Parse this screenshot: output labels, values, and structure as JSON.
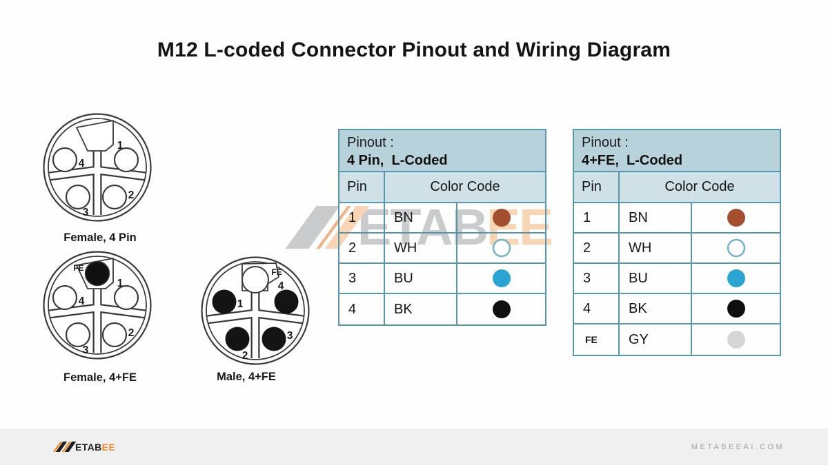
{
  "title": "M12 L-coded Connector Pinout and Wiring Diagram",
  "connectors": [
    {
      "caption": "Female, 4 Pin",
      "pin1": "1",
      "pin2": "2",
      "pin3": "3",
      "pin4": "4"
    },
    {
      "caption": "Female, 4+FE",
      "pin1": "1",
      "pin2": "2",
      "pin3": "3",
      "pin4": "4",
      "fe": "FE"
    },
    {
      "caption": "Male, 4+FE",
      "pin1": "1",
      "pin2": "2",
      "pin3": "3",
      "pin4": "4",
      "fe": "FE"
    }
  ],
  "tables": [
    {
      "title_line1": "Pinout :",
      "title_line2": "4 Pin,  L-Coded",
      "columns": {
        "pin": "Pin",
        "color": "Color Code"
      },
      "rows": [
        {
          "pin": "1",
          "code": "BN",
          "dot": {
            "fill": "#A34E2F",
            "stroke": "none",
            "stroke_width": "0"
          }
        },
        {
          "pin": "2",
          "code": "WH",
          "dot": {
            "fill": "#FFFFFF",
            "stroke": "#72B2C7",
            "stroke_width": "2.5"
          }
        },
        {
          "pin": "3",
          "code": "BU",
          "dot": {
            "fill": "#2BA4D3",
            "stroke": "none",
            "stroke_width": "0"
          }
        },
        {
          "pin": "4",
          "code": "BK",
          "dot": {
            "fill": "#0F0F0F",
            "stroke": "none",
            "stroke_width": "0"
          }
        }
      ]
    },
    {
      "title_line1": "Pinout :",
      "title_line2": "4+FE,  L-Coded",
      "columns": {
        "pin": "Pin",
        "color": "Color Code"
      },
      "rows": [
        {
          "pin": "1",
          "code": "BN",
          "dot": {
            "fill": "#A34E2F",
            "stroke": "none",
            "stroke_width": "0"
          }
        },
        {
          "pin": "2",
          "code": "WH",
          "dot": {
            "fill": "#FFFFFF",
            "stroke": "#72B2C7",
            "stroke_width": "2.5"
          }
        },
        {
          "pin": "3",
          "code": "BU",
          "dot": {
            "fill": "#2BA4D3",
            "stroke": "none",
            "stroke_width": "0"
          }
        },
        {
          "pin": "4",
          "code": "BK",
          "dot": {
            "fill": "#0F0F0F",
            "stroke": "none",
            "stroke_width": "0"
          }
        },
        {
          "pin": "FE",
          "code": "GY",
          "dot": {
            "fill": "#D6D6D6",
            "stroke": "none",
            "stroke_width": "0"
          }
        }
      ]
    }
  ],
  "watermark": {
    "text_gray": "ETAB",
    "text_orange": "EE"
  },
  "footer": {
    "logo_text_dark": "ETAB",
    "logo_text_orange": "EE",
    "website": "METABEEAI.COM"
  },
  "colors": {
    "table_border": "#5796AC",
    "table_header_bg": "#B7D2DA",
    "table_subheader_bg": "#CFE1E6",
    "accent_orange": "#EE8A2E",
    "watermark_gray": "#C9CBCD",
    "watermark_peach": "#F7D5B5",
    "footer_bar_bg": "#F0F0F1",
    "connector_line": "#3a3a3a"
  }
}
